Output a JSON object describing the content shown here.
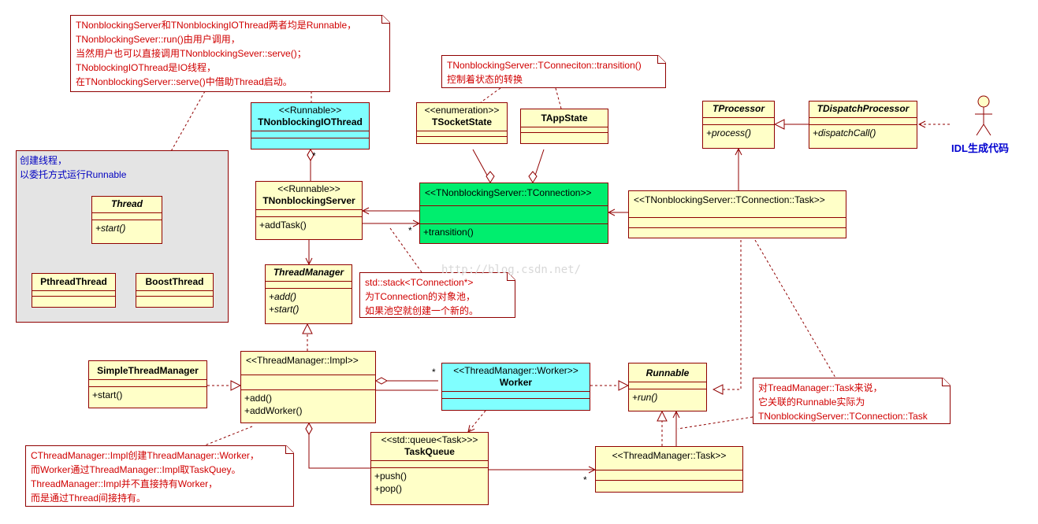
{
  "package": {
    "label_lines": [
      "创建线程，",
      "以委托方式运行Runnable"
    ]
  },
  "classes": {
    "tnb_io_thread": {
      "stereotype": "<<Runnable>>",
      "name": "TNonblockingIOThread",
      "ops": []
    },
    "tsocket_state": {
      "stereotype": "<<enumeration>>",
      "name": "TSocketState",
      "ops": []
    },
    "tapp_state": {
      "stereotype": "",
      "name": "TAppState",
      "ops": []
    },
    "tprocessor": {
      "stereotype": "",
      "name": "TProcessor",
      "ops": [
        "+process()"
      ]
    },
    "tdispatch_processor": {
      "stereotype": "",
      "name": "TDispatchProcessor",
      "ops": [
        "+dispatchCall()"
      ]
    },
    "thread": {
      "stereotype": "",
      "name": "Thread",
      "ops": [
        "+start()"
      ]
    },
    "pthread_thread": {
      "stereotype": "",
      "name": "PthreadThread",
      "ops": []
    },
    "boost_thread": {
      "stereotype": "",
      "name": "BoostThread",
      "ops": []
    },
    "tnb_server": {
      "stereotype": "<<Runnable>>",
      "name": "TNonblockingServer",
      "ops": [
        "+addTask()"
      ]
    },
    "tconnection": {
      "stereotype": "<<TNonblockingServer::TConnection>>",
      "name": "",
      "ops": [
        "+transition()"
      ]
    },
    "tconnection_task": {
      "stereotype": "<<TNonblockingServer::TConnection::Task>>",
      "name": "",
      "ops": []
    },
    "thread_manager": {
      "stereotype": "",
      "name": "ThreadManager",
      "ops": [
        "+add()",
        "+start()"
      ]
    },
    "simple_thread_manager": {
      "stereotype": "",
      "name": "SimpleThreadManager",
      "ops": [
        "+start()"
      ]
    },
    "tm_impl": {
      "stereotype": "<<ThreadManager::Impl>>",
      "name": "",
      "ops": [
        "+add()",
        "+addWorker()"
      ]
    },
    "tm_worker": {
      "stereotype": "<<ThreadManager::Worker>>",
      "name": "Worker",
      "ops": []
    },
    "runnable": {
      "stereotype": "",
      "name": "Runnable",
      "ops": [
        "+run()"
      ]
    },
    "task_queue": {
      "stereotype": "<<std::queue<Task>>>",
      "name": "TaskQueue",
      "ops": [
        "+push()",
        "+pop()"
      ]
    },
    "tm_task": {
      "stereotype": "<<ThreadManager::Task>>",
      "name": "",
      "ops": []
    }
  },
  "notes": {
    "top_left": [
      "TNonblockingServer和TNonblockingIOThread两者均是Runnable，",
      "TNonblockingSever::run()由用户调用，",
      "当然用户也可以直接调用TNonblockingSever::serve()；",
      "TNoblockingIOThread是IO线程，",
      "在TNonblockingServer::serve()中借助Thread启动。"
    ],
    "transition": [
      "TNonblockingServer::TConneciton::transition()",
      "控制着状态的转换"
    ],
    "stack": [
      "std::stack<TConnection*>",
      "为TConnection的对象池，",
      "如果池空就创建一个新的。"
    ],
    "task_runnable": [
      "对TreadManager::Task来说，",
      "它关联的Runnable实际为",
      "TNonblockingServer::TConnection::Task"
    ],
    "impl_worker": [
      "CThreadManager::Impl创建ThreadManager::Worker，",
      "而Worker通过ThreadManager::Impl取TaskQuey。",
      "ThreadManager::Impl并不直接持有Worker，",
      "而是通过Thread间接持有。"
    ]
  },
  "actor_label": "IDL生成代码",
  "watermark": "http://blog.csdn.net/",
  "multiplicities": [
    "*",
    "*",
    "*",
    "*"
  ],
  "colors": {
    "border": "#900000",
    "class_fill": "#ffffc8",
    "cyan_fill": "#80ffff",
    "green_fill": "#00ee6e",
    "note_text": "#d00000",
    "package_fill": "#e4e4e4",
    "actor_text": "#0000d0"
  }
}
